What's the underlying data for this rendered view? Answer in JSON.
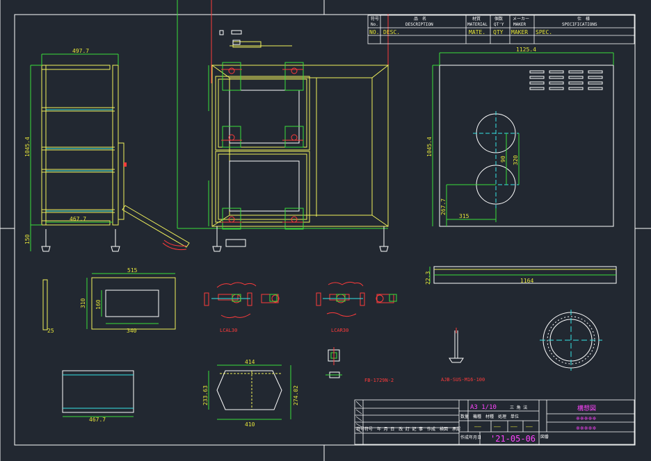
{
  "header": {
    "no_jp": "符号",
    "no_en": "No.",
    "desc_jp": "品　名",
    "desc_en": "DESCRIPTION",
    "mat_jp": "材質",
    "mat_en": "MATERIAL",
    "qty_jp": "個数",
    "qty_en": "QT'Y",
    "maker_jp": "メーカー",
    "maker_en": "MAKER",
    "spec_jp": "仕　様",
    "spec_en": "SPECIFICATIONS",
    "row_no": "NO.",
    "row_desc": "DESC.",
    "row_mat": "MATE.",
    "row_qty": "QTY",
    "row_maker": "MAKER",
    "row_spec": "SPEC."
  },
  "dims": {
    "frame_width": "497.7",
    "frame_height": "1045.4",
    "frame_inner": "467.7",
    "leg_height": "150",
    "top_width": "1125.4",
    "top_height": "1045.4",
    "hole_spacing": "90",
    "hole_span": "320",
    "hole_y": "267.7",
    "hole_x": "315",
    "bar_len": "1164",
    "bar_h": "22.3",
    "plate_w": "515",
    "plate_h": "310",
    "inner_h": "160",
    "inner_w": "340",
    "strip_w": "25",
    "base_w": "467.7",
    "trap_top": "414",
    "trap_bottom": "410",
    "trap_left": "233.63",
    "trap_right": "274.02"
  },
  "parts": {
    "clamp_left": "LCAL30",
    "clamp_right": "LCAR30",
    "latch": "FB-1729N-2",
    "bolt": "AJB-SUS-M16-100"
  },
  "title_block": {
    "scale": "A3 1/10",
    "angle": "三 角 法",
    "dwg_name": "構想図",
    "stars1": "※※※※※",
    "stars2": "※※※※※",
    "date_label": "作成年月日",
    "date": "'21-05-06",
    "dash1": "——",
    "dash2": "——",
    "dash3": "——",
    "dash4": "——",
    "hdr": "数量　機種　材種　処理　単位",
    "rev": "符号　年 月 日　改 訂 記 事　作成　検図　承認",
    "rev_short": "符号",
    "draw_label": "図番"
  },
  "colors": {
    "frame": "#ffffff",
    "part": "#f2f25c",
    "dim": "#e6e63a",
    "red": "#ff3b3b",
    "cyan": "#37e6e6",
    "green": "#3adf3a",
    "magenta": "#ff44ff"
  }
}
